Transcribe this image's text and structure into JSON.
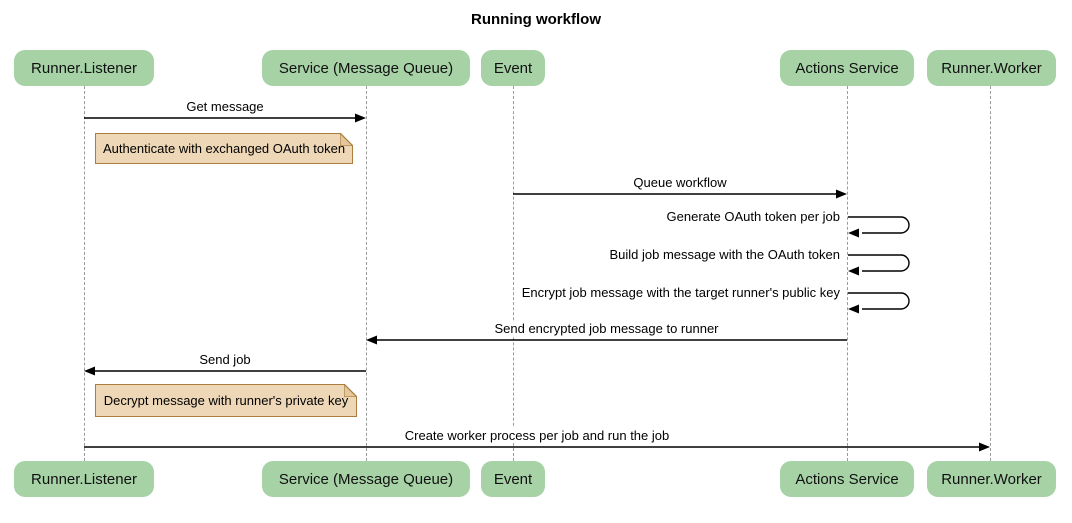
{
  "title": "Running workflow",
  "diagram_type": "sequence-diagram",
  "participants": [
    {
      "name": "Runner.Listener"
    },
    {
      "name": "Service (Message Queue)"
    },
    {
      "name": "Event"
    },
    {
      "name": "Actions Service"
    },
    {
      "name": "Runner.Worker"
    }
  ],
  "messages": [
    {
      "from": "Runner.Listener",
      "to": "Service (Message Queue)",
      "label": "Get message",
      "self": false
    },
    {
      "from": "Event",
      "to": "Actions Service",
      "label": "Queue workflow",
      "self": false
    },
    {
      "from": "Actions Service",
      "to": "Actions Service",
      "label": "Generate OAuth token per job",
      "self": true
    },
    {
      "from": "Actions Service",
      "to": "Actions Service",
      "label": "Build job message with the OAuth token",
      "self": true
    },
    {
      "from": "Actions Service",
      "to": "Actions Service",
      "label": "Encrypt job message with the target runner's public key",
      "self": true
    },
    {
      "from": "Actions Service",
      "to": "Service (Message Queue)",
      "label": "Send encrypted job message to runner",
      "self": false
    },
    {
      "from": "Service (Message Queue)",
      "to": "Runner.Listener",
      "label": "Send job",
      "self": false
    },
    {
      "from": "Runner.Listener",
      "to": "Runner.Worker",
      "label": "Create worker process per job and run the job",
      "self": false
    }
  ],
  "notes": [
    {
      "over": "Runner.Listener, Service (Message Queue)",
      "text": "Authenticate with exchanged OAuth token"
    },
    {
      "over": "Runner.Listener, Service (Message Queue)",
      "text": "Decrypt message with runner's private key"
    }
  ],
  "colors": {
    "participant_fill": "#a6d2a6",
    "note_fill": "#eed7b6",
    "note_border": "#a97e3d",
    "lifeline": "#9b9b9b",
    "arrow": "#000000",
    "background": "#ffffff"
  }
}
